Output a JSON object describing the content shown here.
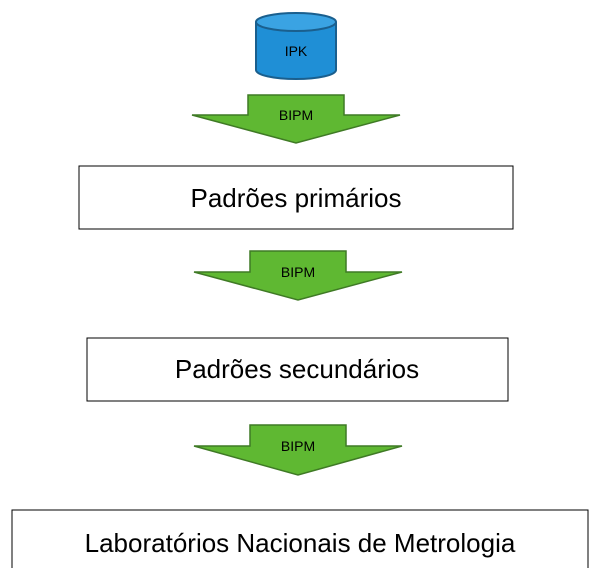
{
  "colors": {
    "cylinder_fill": "#1f8fd6",
    "cylinder_stroke": "#1a5f8e",
    "arrow_fill": "#5fb832",
    "arrow_stroke": "#3f7a25",
    "box_stroke": "#000000",
    "box_fill": "#ffffff"
  },
  "top_node": {
    "label": "IPK",
    "shape": "cylinder"
  },
  "arrows": [
    {
      "label": "BIPM"
    },
    {
      "label": "BIPM"
    },
    {
      "label": "BIPM"
    }
  ],
  "boxes": [
    {
      "label": "Padrões primários"
    },
    {
      "label": "Padrões secundários"
    },
    {
      "label": "Laboratórios Nacionais de Metrologia"
    }
  ]
}
